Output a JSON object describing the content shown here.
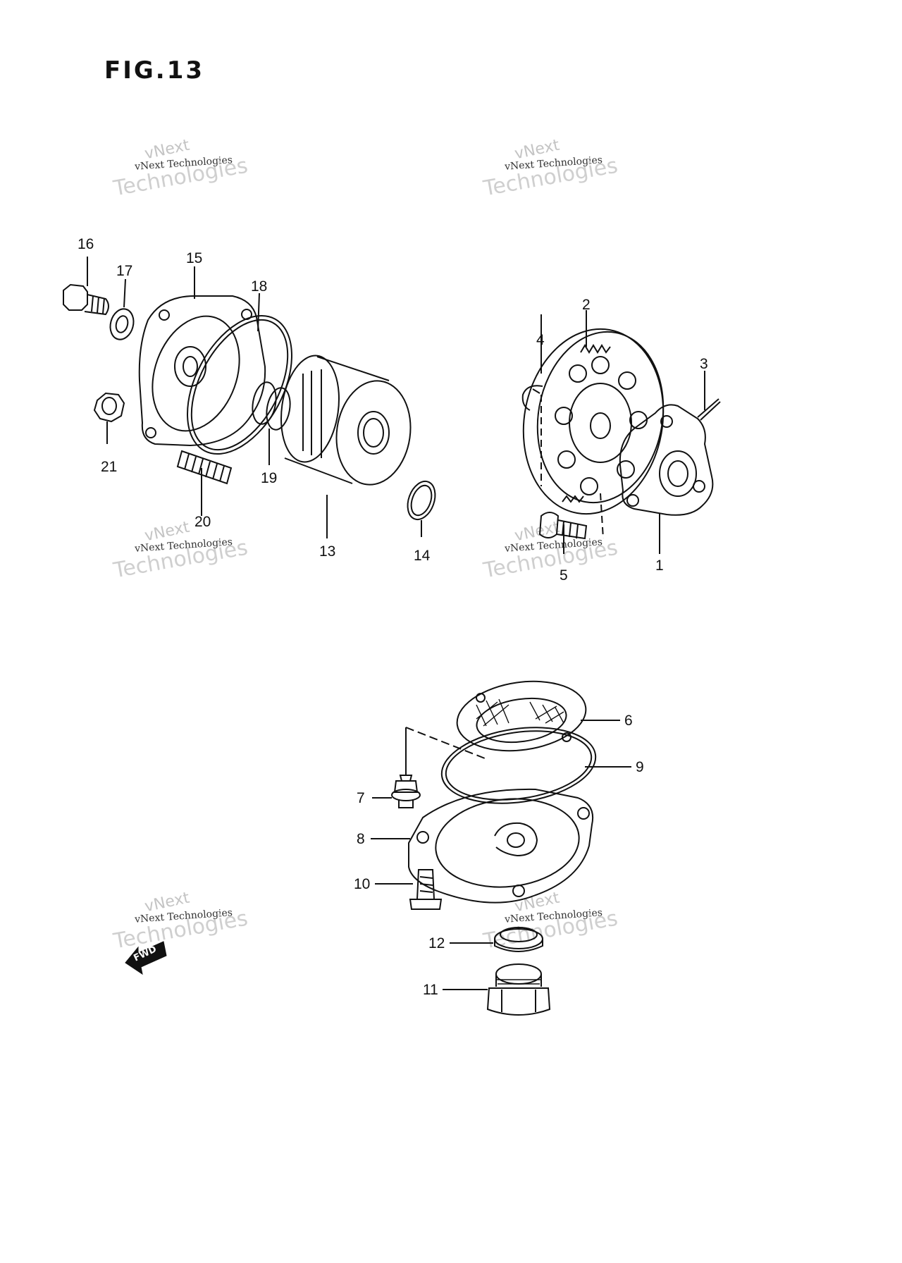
{
  "figure": {
    "title": "FIG.13"
  },
  "watermark": {
    "line1": "vNext",
    "line2": "vNext Technologies",
    "line3": "Technologies"
  },
  "fwd_label": "FWD",
  "callouts": {
    "c1": "1",
    "c2": "2",
    "c3": "3",
    "c4": "4",
    "c5": "5",
    "c6": "6",
    "c7": "7",
    "c8": "8",
    "c9": "9",
    "c10": "10",
    "c11": "11",
    "c12": "12",
    "c13": "13",
    "c14": "14",
    "c15": "15",
    "c16": "16",
    "c17": "17",
    "c18": "18",
    "c19": "19",
    "c20": "20",
    "c21": "21"
  }
}
